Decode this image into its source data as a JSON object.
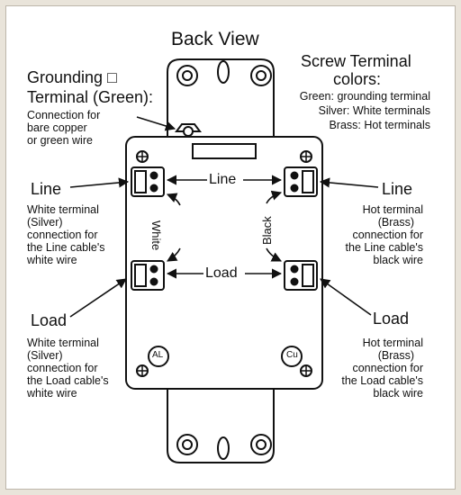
{
  "title": "Back View",
  "grounding": {
    "heading_line1": "Grounding □",
    "heading_line2": "Terminal (Green):",
    "desc1": "Connection for",
    "desc2": "bare copper",
    "desc3": "or green wire"
  },
  "colors": {
    "heading1": "Screw Terminal",
    "heading2": "colors:",
    "green": "Green: grounding terminal",
    "silver": "Silver: White terminals",
    "brass": "Brass: Hot terminals"
  },
  "left": {
    "line_label": "Line",
    "line_desc": [
      "White terminal",
      "(Silver)",
      "connection for",
      "the Line cable's",
      "white wire"
    ],
    "load_label": "Load",
    "load_desc": [
      "White terminal",
      "(Silver)",
      "connection for",
      "the Load cable's",
      "white wire"
    ]
  },
  "right": {
    "line_label": "Line",
    "line_desc": [
      "Hot terminal",
      "(Brass)",
      "connection for",
      "the Line cable's",
      "black wire"
    ],
    "load_label": "Load",
    "load_desc": [
      "Hot terminal",
      "(Brass)",
      "connection for",
      "the Load cable's",
      "black wire"
    ]
  },
  "center": {
    "line": "Line",
    "load": "Load",
    "white": "White",
    "black": "Black"
  },
  "markings": {
    "al": "AL",
    "cu": "Cu"
  },
  "palette": {
    "ink": "#111111",
    "background": "#e9e4da",
    "panel": "#ffffff"
  }
}
